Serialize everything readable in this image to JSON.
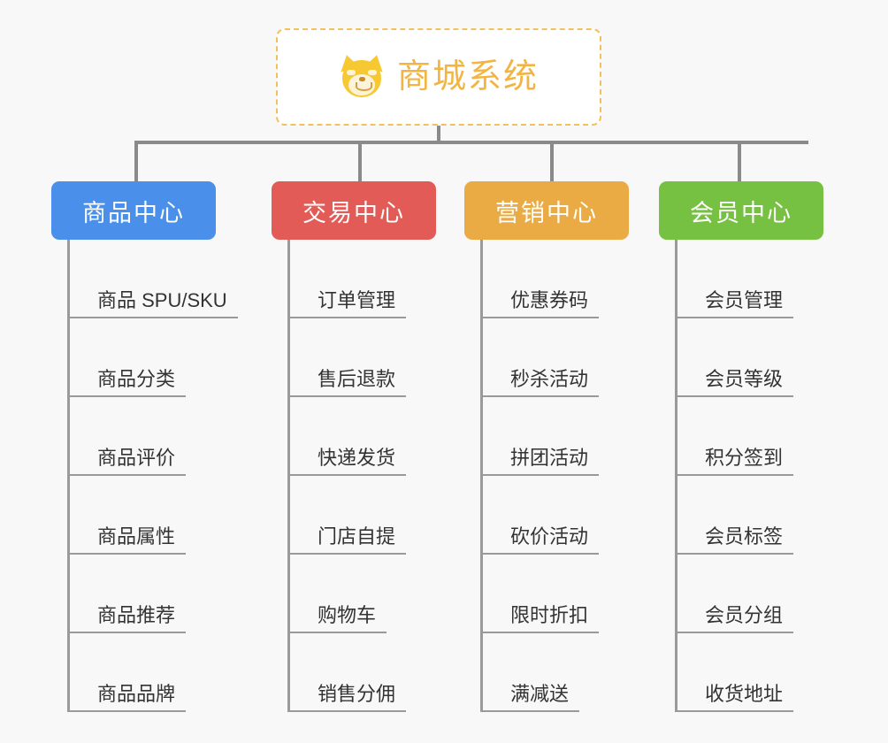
{
  "page": {
    "background_color": "#f8f8f8",
    "title_text_color": "#f2b544",
    "line_color": "#8a8a8a"
  },
  "root": {
    "label": "商城系统",
    "icon": "shiba-dog-face-icon",
    "border_color": "#f3c05a",
    "background": "#ffffff"
  },
  "categories": [
    {
      "label": "商品中心",
      "color": "#4a90ea",
      "items": [
        {
          "label": "商品 SPU/SKU"
        },
        {
          "label": "商品分类"
        },
        {
          "label": "商品评价"
        },
        {
          "label": "商品属性"
        },
        {
          "label": "商品推荐"
        },
        {
          "label": "商品品牌"
        }
      ]
    },
    {
      "label": "交易中心",
      "color": "#e25b56",
      "items": [
        {
          "label": "订单管理"
        },
        {
          "label": "售后退款"
        },
        {
          "label": "快递发货"
        },
        {
          "label": "门店自提"
        },
        {
          "label": "购物车"
        },
        {
          "label": "销售分佣"
        }
      ]
    },
    {
      "label": "营销中心",
      "color": "#eaab44",
      "items": [
        {
          "label": "优惠券码"
        },
        {
          "label": "秒杀活动"
        },
        {
          "label": "拼团活动"
        },
        {
          "label": "砍价活动"
        },
        {
          "label": "限时折扣"
        },
        {
          "label": "满减送"
        }
      ]
    },
    {
      "label": "会员中心",
      "color": "#76c141",
      "items": [
        {
          "label": "会员管理"
        },
        {
          "label": "会员等级"
        },
        {
          "label": "积分签到"
        },
        {
          "label": "会员标签"
        },
        {
          "label": "会员分组"
        },
        {
          "label": "收货地址"
        }
      ]
    }
  ]
}
